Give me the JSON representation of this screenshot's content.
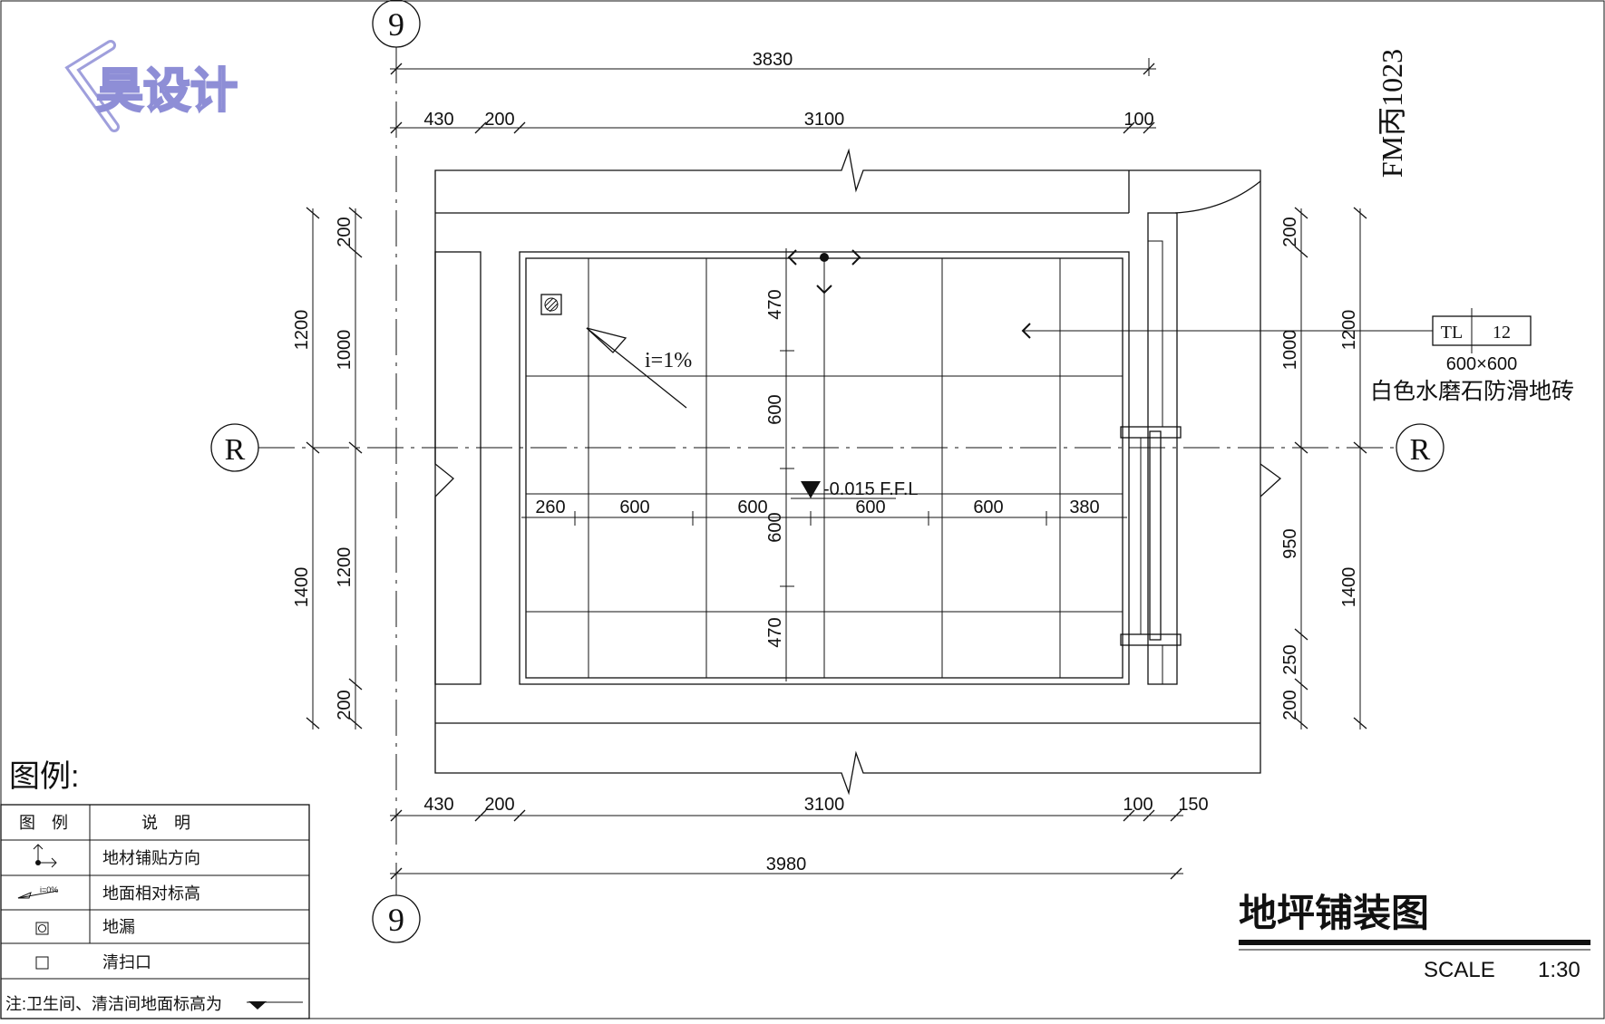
{
  "drawing": {
    "title": "地坪铺装图",
    "scale_label": "SCALE",
    "scale_value": "1:30",
    "logo_text": "昊设计",
    "door_code": "FM丙1023",
    "slope": "i=1%",
    "elevation": "-0.015 F.F.L",
    "grid_axes": {
      "vertical": "9",
      "horizontal": "R"
    }
  },
  "material": {
    "tag_code": "TL",
    "tag_num": "12",
    "size": "600×600",
    "name": "白色水磨石防滑地砖"
  },
  "dimensions": {
    "top_total": "3830",
    "top_parts": [
      "430",
      "200",
      "3100",
      "100"
    ],
    "bottom_parts": [
      "430",
      "200",
      "3100",
      "100",
      "150"
    ],
    "bottom_total": "3980",
    "left_outer": [
      "1200",
      "1400"
    ],
    "left_inner": [
      "200",
      "1000",
      "1200",
      "200"
    ],
    "right_inner": [
      "200",
      "1000",
      "950",
      "250",
      "200"
    ],
    "right_outer": [
      "1200",
      "1400"
    ],
    "tile_row": [
      "260",
      "600",
      "600",
      "600",
      "600",
      "380"
    ],
    "tile_col": [
      "470",
      "600",
      "600",
      "470"
    ]
  },
  "legend": {
    "title": "图例:",
    "header_symbol": "图　例",
    "header_desc": "说　明",
    "items": [
      {
        "icon": "paving-direction-icon",
        "desc": "地材铺贴方向"
      },
      {
        "icon": "relative-elevation-icon",
        "desc": "地面相对标高",
        "icon_text": "i=0%"
      },
      {
        "icon": "floor-drain-icon",
        "desc": "地漏"
      },
      {
        "icon": "cleanout-icon",
        "desc": "清扫口"
      }
    ],
    "note": "注:卫生间、清洁间地面标高为"
  },
  "colors": {
    "line": "#111111",
    "logo": "#8e8ed6",
    "background": "#ffffff"
  }
}
